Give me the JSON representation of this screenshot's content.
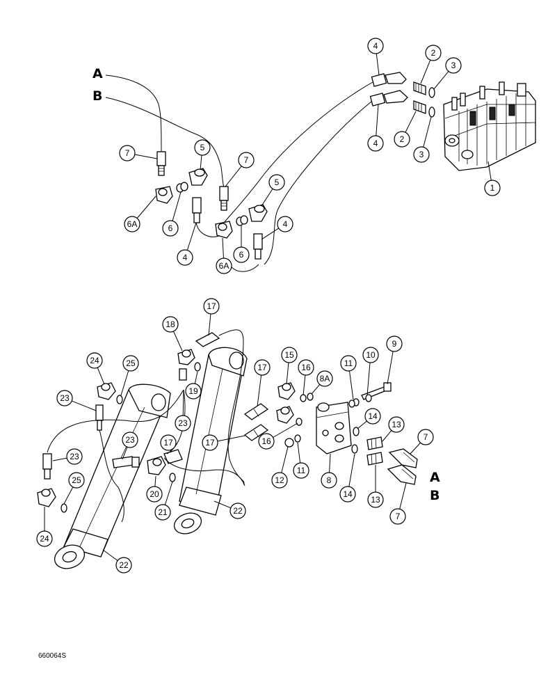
{
  "ports": {
    "upper_a": "A",
    "upper_b": "B",
    "lower_a": "A",
    "lower_b": "B"
  },
  "callouts": [
    {
      "id": "1",
      "label": "1"
    },
    {
      "id": "2a",
      "label": "2"
    },
    {
      "id": "2b",
      "label": "2"
    },
    {
      "id": "3a",
      "label": "3"
    },
    {
      "id": "3b",
      "label": "3"
    },
    {
      "id": "4a",
      "label": "4"
    },
    {
      "id": "4b",
      "label": "4"
    },
    {
      "id": "4c",
      "label": "4"
    },
    {
      "id": "4d",
      "label": "4"
    },
    {
      "id": "5a",
      "label": "5"
    },
    {
      "id": "5b",
      "label": "5"
    },
    {
      "id": "6a",
      "label": "6"
    },
    {
      "id": "6b",
      "label": "6"
    },
    {
      "id": "6Aa",
      "label": "6A"
    },
    {
      "id": "6Ab",
      "label": "6A"
    },
    {
      "id": "7a",
      "label": "7"
    },
    {
      "id": "7b",
      "label": "7"
    },
    {
      "id": "7c",
      "label": "7"
    },
    {
      "id": "7d",
      "label": "7"
    },
    {
      "id": "8",
      "label": "8"
    },
    {
      "id": "8A",
      "label": "8A"
    },
    {
      "id": "9",
      "label": "9"
    },
    {
      "id": "10",
      "label": "10"
    },
    {
      "id": "11a",
      "label": "11"
    },
    {
      "id": "11b",
      "label": "11"
    },
    {
      "id": "12",
      "label": "12"
    },
    {
      "id": "13a",
      "label": "13"
    },
    {
      "id": "13b",
      "label": "13"
    },
    {
      "id": "14a",
      "label": "14"
    },
    {
      "id": "14b",
      "label": "14"
    },
    {
      "id": "15",
      "label": "15"
    },
    {
      "id": "16a",
      "label": "16"
    },
    {
      "id": "16b",
      "label": "16"
    },
    {
      "id": "17a",
      "label": "17"
    },
    {
      "id": "17b",
      "label": "17"
    },
    {
      "id": "17c",
      "label": "17"
    },
    {
      "id": "17d",
      "label": "17"
    },
    {
      "id": "18",
      "label": "18"
    },
    {
      "id": "19",
      "label": "19"
    },
    {
      "id": "20",
      "label": "20"
    },
    {
      "id": "21",
      "label": "21"
    },
    {
      "id": "22a",
      "label": "22"
    },
    {
      "id": "22b",
      "label": "22"
    },
    {
      "id": "23a",
      "label": "23"
    },
    {
      "id": "23b",
      "label": "23"
    },
    {
      "id": "23c",
      "label": "23"
    },
    {
      "id": "23d",
      "label": "23"
    },
    {
      "id": "24a",
      "label": "24"
    },
    {
      "id": "24b",
      "label": "24"
    },
    {
      "id": "25a",
      "label": "25"
    },
    {
      "id": "25b",
      "label": "25"
    }
  ],
  "figure_code": "660064S"
}
